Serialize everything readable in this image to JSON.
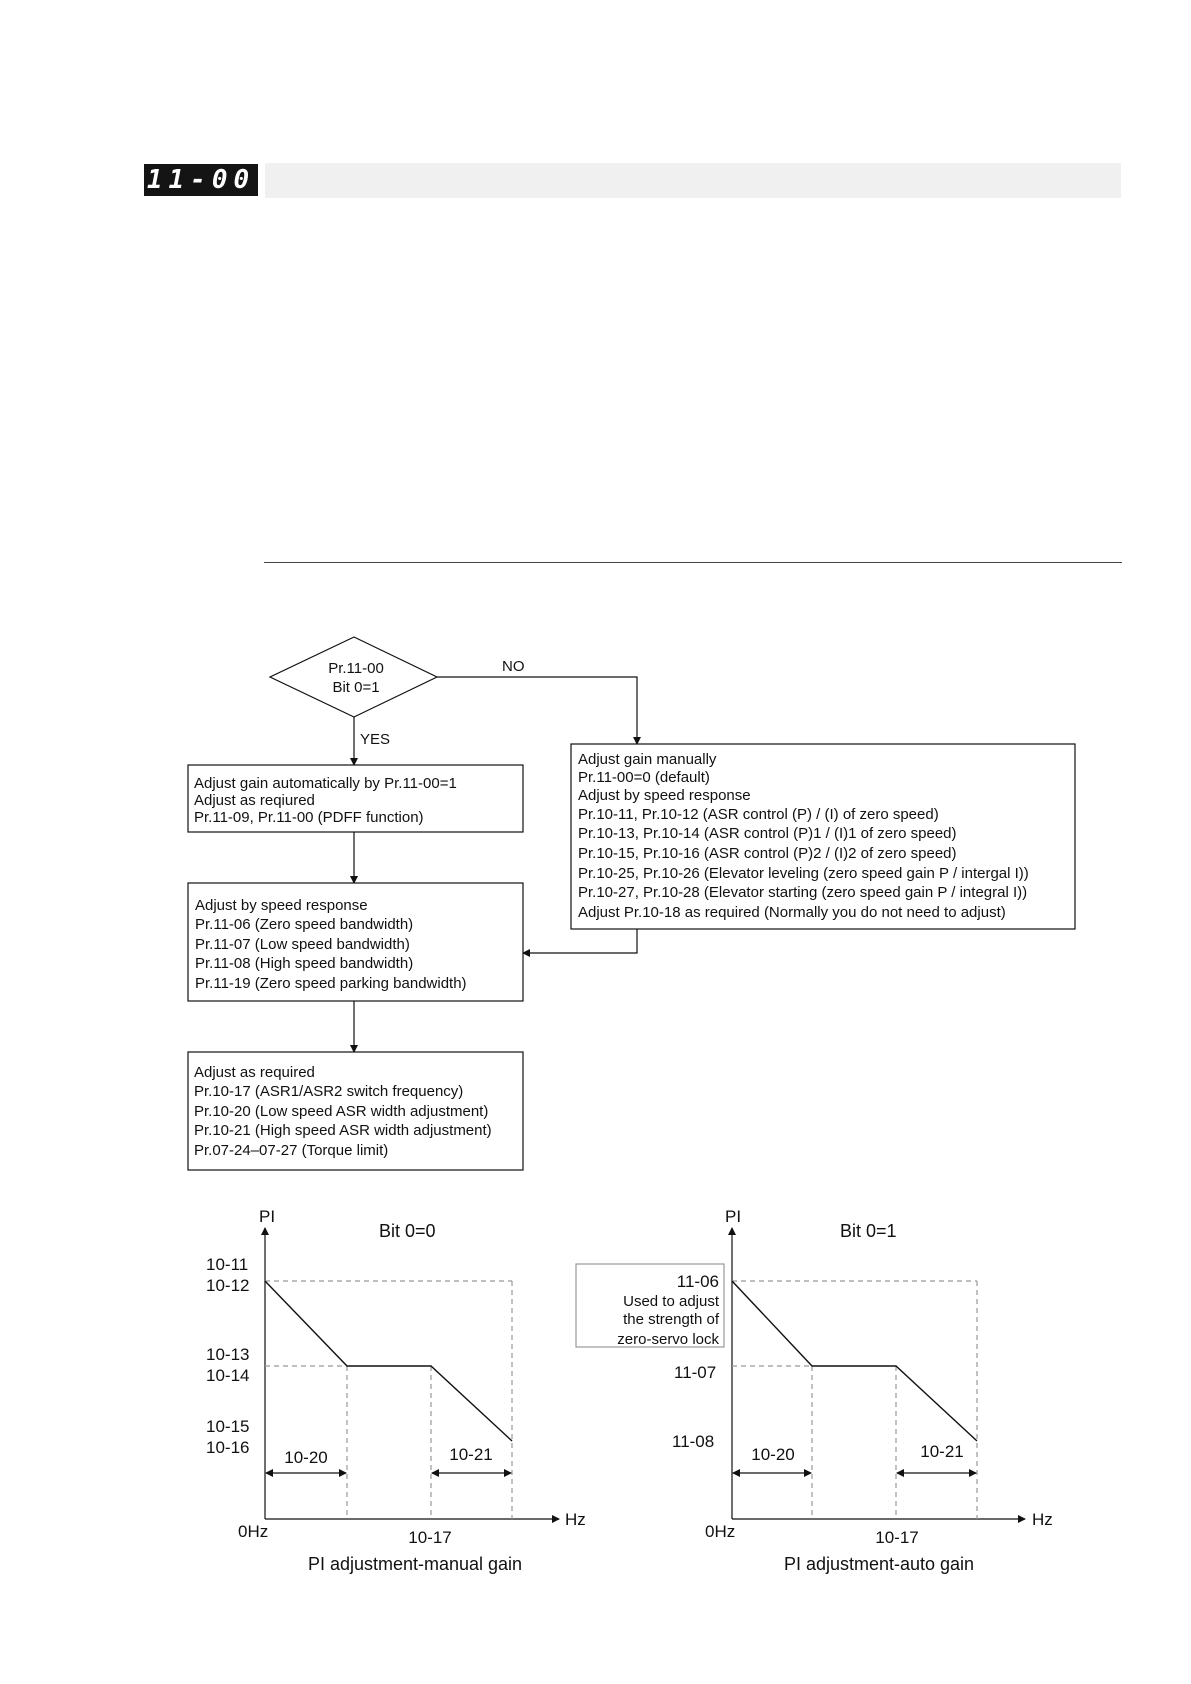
{
  "header": {
    "param_code": "11-00"
  },
  "flowchart": {
    "decision": [
      "Pr.11-00",
      "Bit 0=1"
    ],
    "no_label": "NO",
    "yes_label": "YES",
    "auto_box": [
      "Adjust gain automatically by Pr.11-00=1",
      "Adjust as reqiured",
      "Pr.11-09, Pr.11-00 (PDFF function)"
    ],
    "manual_box": [
      "Adjust gain manually",
      "Pr.11-00=0 (default)",
      "Adjust by speed response",
      "Pr.10-11, Pr.10-12 (ASR control (P) / (I) of zero speed)",
      "Pr.10-13, Pr.10-14 (ASR control (P)1 / (I)1 of zero speed)",
      "Pr.10-15, Pr.10-16 (ASR control (P)2 / (I)2 of zero speed)",
      "Pr.10-25, Pr.10-26 (Elevator leveling (zero speed gain P / intergal I))",
      "Pr.10-27, Pr.10-28 (Elevator starting (zero speed gain P / integral I))",
      "Adjust Pr.10-18 as required (Normally you do not need to adjust)"
    ],
    "speed_box": [
      "Adjust by speed response",
      "Pr.11-06 (Zero speed bandwidth)",
      "Pr.11-07 (Low speed bandwidth)",
      "Pr.11-08 (High speed bandwidth)",
      "Pr.11-19 (Zero speed parking bandwidth)"
    ],
    "required_box": [
      "Adjust as required",
      "Pr.10-17 (ASR1/ASR2 switch frequency)",
      "Pr.10-20 (Low speed ASR width adjustment)",
      "Pr.10-21 (High speed ASR width adjustment)",
      "Pr.07-24–07-27 (Torque limit)"
    ]
  },
  "graphs": {
    "manual": {
      "y_label": "PI",
      "x_label": "Hz",
      "bit_label": "Bit 0=0",
      "origin": "0Hz",
      "level_high": [
        "10-11",
        "10-12"
      ],
      "level_mid": [
        "10-13",
        "10-14"
      ],
      "level_low": [
        "10-15",
        "10-16"
      ],
      "width_low": "10-20",
      "width_high": "10-21",
      "switch_freq": "10-17",
      "caption": "PI adjustment-manual gain"
    },
    "auto": {
      "y_label": "PI",
      "x_label": "Hz",
      "bit_label": "Bit 0=1",
      "origin": "0Hz",
      "note": [
        "11-06",
        "Used to adjust",
        "the strength of",
        "zero-servo lock"
      ],
      "level_mid": "11-07",
      "level_low": "11-08",
      "width_low": "10-20",
      "width_high": "10-21",
      "switch_freq": "10-17",
      "caption": "PI adjustment-auto gain"
    }
  }
}
